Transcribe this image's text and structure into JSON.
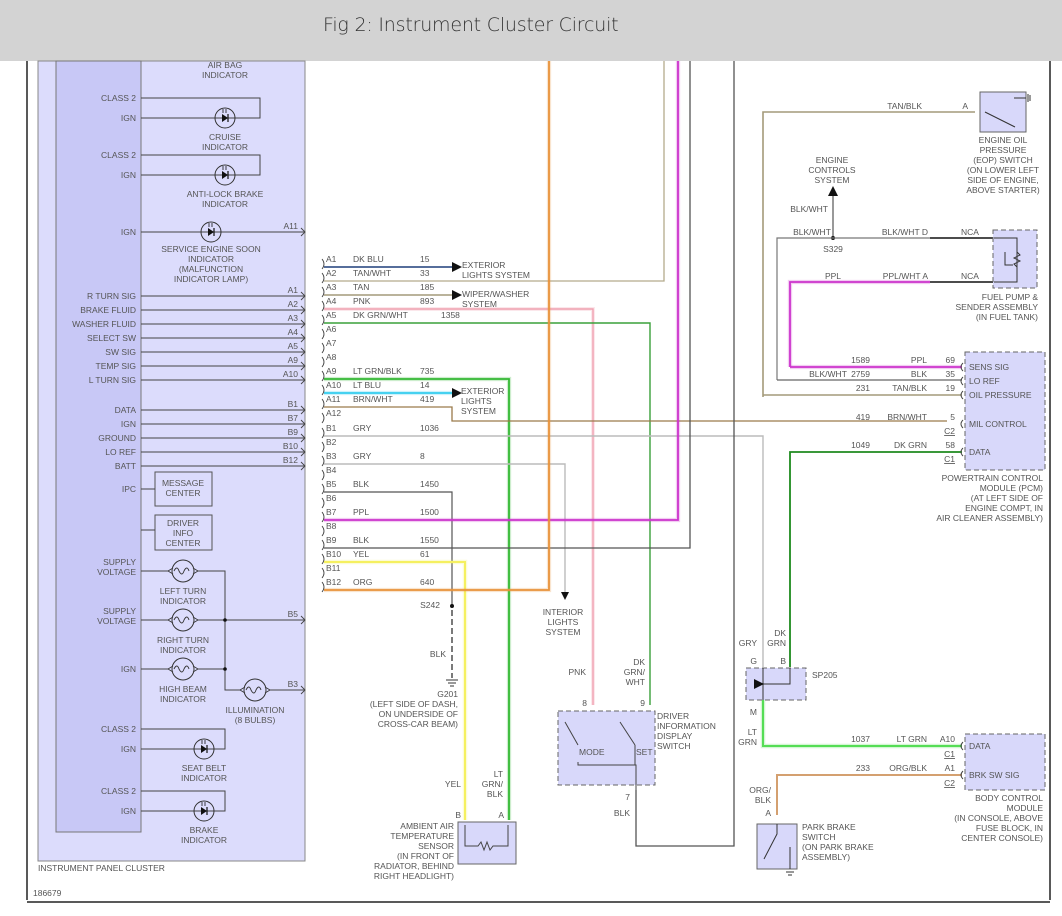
{
  "window": {
    "title": "Fig 2: Instrument Cluster Circuit"
  },
  "figure_id": "186679",
  "colors": {
    "dk_blu": "#1f3f7a",
    "tan": "#a49a7a",
    "tan_wht": "#b3aa8c",
    "pnk": "#f0a0b0",
    "dk_grn_wht": "#3aa03a",
    "lt_grn_blk": "#33b833",
    "lt_blu": "#33ccee",
    "brn_wht": "#9a7a4a",
    "gry": "#bbbbbb",
    "blk": "#555555",
    "ppl": "#cc33cc",
    "yel": "#f5f060",
    "org": "#e8923a",
    "dk_grn": "#1e8a1e",
    "lt_grn": "#55dd55",
    "org_blk": "#d4a070",
    "component_fill": "#d8d8fa"
  },
  "ipc": {
    "label": "INSTRUMENT PANEL CLUSTER",
    "indicators": [
      {
        "name": "AIR BAG",
        "sub": "INDICATOR"
      },
      {
        "name": "CRUISE",
        "sub": "INDICATOR",
        "pins": [
          "CLASS 2",
          "IGN"
        ]
      },
      {
        "name": "ANTI-LOCK BRAKE",
        "sub": "INDICATOR",
        "pins": [
          "CLASS 2",
          "IGN"
        ]
      },
      {
        "name": "SERVICE ENGINE SOON",
        "sub": "INDICATOR",
        "sub2": "(MALFUNCTION",
        "sub3": "INDICATOR LAMP)",
        "pin": "IGN",
        "out": "A11"
      },
      {
        "name": "LEFT TURN",
        "sub": "INDICATOR",
        "pin": [
          "SUPPLY",
          "VOLTAGE"
        ]
      },
      {
        "name": "RIGHT TURN",
        "sub": "INDICATOR",
        "pin": [
          "SUPPLY",
          "VOLTAGE"
        ],
        "out": "B5"
      },
      {
        "name": "HIGH BEAM",
        "sub": "INDICATOR",
        "pin": "IGN"
      },
      {
        "name": "ILLUMINATION",
        "sub": "(8 BULBS)",
        "out": "B3"
      },
      {
        "name": "SEAT BELT",
        "sub": "INDICATOR",
        "pins": [
          "CLASS 2",
          "IGN"
        ]
      },
      {
        "name": "BRAKE",
        "sub": "INDICATOR",
        "pins": [
          "CLASS 2",
          "IGN"
        ]
      }
    ],
    "signals": [
      {
        "label": "R TURN SIG",
        "pin": "A1"
      },
      {
        "label": "BRAKE FLUID",
        "pin": "A2"
      },
      {
        "label": "WASHER FLUID",
        "pin": "A3"
      },
      {
        "label": "SELECT SW",
        "pin": "A4"
      },
      {
        "label": "SW SIG",
        "pin": "A5"
      },
      {
        "label": "TEMP SIG",
        "pin": "A9"
      },
      {
        "label": "L TURN SIG",
        "pin": "A10"
      },
      {
        "label": "DATA",
        "pin": "B1"
      },
      {
        "label": "IGN",
        "pin": "B7"
      },
      {
        "label": "GROUND",
        "pin": "B9"
      },
      {
        "label": "LO REF",
        "pin": "B10"
      },
      {
        "label": "BATT",
        "pin": "B12"
      }
    ],
    "ipc_label": "IPC",
    "message_center": [
      "MESSAGE",
      "CENTER"
    ],
    "driver_info_center": [
      "DRIVER",
      "INFO",
      "CENTER"
    ]
  },
  "connector": {
    "pins": [
      {
        "pin": "A1",
        "color": "DK BLU",
        "circuit": "15"
      },
      {
        "pin": "A2",
        "color": "TAN/WHT",
        "circuit": "33"
      },
      {
        "pin": "A3",
        "color": "TAN",
        "circuit": "185"
      },
      {
        "pin": "A4",
        "color": "PNK",
        "circuit": "893"
      },
      {
        "pin": "A5",
        "color": "DK GRN/WHT",
        "circuit": "1358"
      },
      {
        "pin": "A6",
        "color": "",
        "circuit": ""
      },
      {
        "pin": "A7",
        "color": "",
        "circuit": ""
      },
      {
        "pin": "A8",
        "color": "",
        "circuit": ""
      },
      {
        "pin": "A9",
        "color": "LT GRN/BLK",
        "circuit": "735"
      },
      {
        "pin": "A10",
        "color": "LT BLU",
        "circuit": "14"
      },
      {
        "pin": "A11",
        "color": "BRN/WHT",
        "circuit": "419"
      },
      {
        "pin": "A12",
        "color": "",
        "circuit": ""
      },
      {
        "pin": "B1",
        "color": "GRY",
        "circuit": "1036"
      },
      {
        "pin": "B2",
        "color": "",
        "circuit": ""
      },
      {
        "pin": "B3",
        "color": "GRY",
        "circuit": "8"
      },
      {
        "pin": "B4",
        "color": "",
        "circuit": ""
      },
      {
        "pin": "B5",
        "color": "BLK",
        "circuit": "1450"
      },
      {
        "pin": "B6",
        "color": "",
        "circuit": ""
      },
      {
        "pin": "B7",
        "color": "PPL",
        "circuit": "1500"
      },
      {
        "pin": "B8",
        "color": "",
        "circuit": ""
      },
      {
        "pin": "B9",
        "color": "BLK",
        "circuit": "1550"
      },
      {
        "pin": "B10",
        "color": "YEL",
        "circuit": "61"
      },
      {
        "pin": "B11",
        "color": "",
        "circuit": ""
      },
      {
        "pin": "B12",
        "color": "ORG",
        "circuit": "640"
      }
    ]
  },
  "destinations": {
    "ext_lights_1": [
      "EXTERIOR",
      "LIGHTS SYSTEM"
    ],
    "wiper": [
      "WIPER/WASHER",
      "SYSTEM"
    ],
    "ext_lights_2": [
      "EXTERIOR",
      "LIGHTS",
      "SYSTEM"
    ],
    "interior_lights": [
      "INTERIOR",
      "LIGHTS",
      "SYSTEM"
    ],
    "engine_controls": [
      "ENGINE",
      "CONTROLS",
      "SYSTEM"
    ]
  },
  "splices": {
    "s242": "S242",
    "s329": "S329",
    "sp205": "SP205"
  },
  "ground": {
    "label": "G201",
    "desc": [
      "(LEFT SIDE OF DASH,",
      "ON UNDERSIDE OF",
      "CROSS-CAR BEAM)"
    ],
    "wire": "BLK"
  },
  "eop_switch": {
    "wire": "TAN/BLK",
    "pin": "A",
    "desc": [
      "ENGINE OIL",
      "PRESSURE",
      "(EOP) SWITCH",
      "(ON LOWER LEFT",
      "SIDE OF ENGINE,",
      "ABOVE STARTER)"
    ]
  },
  "fuel_pump": {
    "wires": [
      {
        "left": "BLK/WHT",
        "mid": "BLK/WHT D",
        "right": "NCA"
      },
      {
        "left": "PPL",
        "mid": "PPL/WHT A",
        "right": "NCA"
      }
    ],
    "s329_up": "BLK/WHT",
    "desc": [
      "FUEL PUMP &",
      "SENDER ASSEMBLY",
      "(IN FUEL TANK)"
    ]
  },
  "pcm": {
    "rows": [
      {
        "circuit": "1589",
        "color": "PPL",
        "pin": "69",
        "label": "SENS SIG"
      },
      {
        "circuit": "2759",
        "color": "BLK",
        "pin": "35",
        "label": "LO REF",
        "left": "BLK/WHT"
      },
      {
        "circuit": "231",
        "color": "TAN/BLK",
        "pin": "19",
        "label": "OIL PRESSURE"
      },
      {
        "circuit": "419",
        "color": "BRN/WHT",
        "pin": "5",
        "label": "MIL CONTROL",
        "conn": "C2"
      },
      {
        "circuit": "1049",
        "color": "DK GRN",
        "pin": "58",
        "label": "DATA",
        "conn": "C1"
      }
    ],
    "desc": [
      "POWERTRAIN CONTROL",
      "MODULE (PCM)",
      "(AT LEFT SIDE OF",
      "ENGINE COMPT, IN",
      "AIR CLEANER ASSEMBLY)"
    ]
  },
  "sp205": {
    "pin_g": "G",
    "pin_b": "B",
    "pin_m": "M",
    "gry": "GRY",
    "dk_grn": [
      "DK",
      "GRN"
    ],
    "lt_grn": [
      "LT",
      "GRN"
    ]
  },
  "bcm": {
    "rows": [
      {
        "circuit": "1037",
        "color": "LT GRN",
        "pin": "A10",
        "label": "DATA",
        "conn": "C1"
      },
      {
        "circuit": "233",
        "color": "ORG/BLK",
        "pin": "A1",
        "label": "BRK SW SIG",
        "conn": "C2"
      }
    ],
    "desc": [
      "BODY CONTROL",
      "MODULE",
      "(IN CONSOLE, ABOVE",
      "FUSE BLOCK, IN",
      "CENTER CONSOLE)"
    ]
  },
  "park_brake": {
    "wire": [
      "ORG/",
      "BLK"
    ],
    "pin": "A",
    "desc": [
      "PARK BRAKE",
      "SWITCH",
      "(ON PARK BRAKE",
      "ASSEMBLY)"
    ]
  },
  "dids": {
    "pnk": "PNK",
    "dkgrn": [
      "DK",
      "GRN/",
      "WHT"
    ],
    "pin8": "8",
    "pin9": "9",
    "pin7": "7",
    "blk": "BLK",
    "mode": "MODE",
    "set": "SET",
    "desc": [
      "DRIVER",
      "INFORMATION",
      "DISPLAY",
      "SWITCH"
    ]
  },
  "ambient": {
    "yel": "YEL",
    "ltgrn": [
      "LT",
      "GRN/",
      "BLK"
    ],
    "pin_b": "B",
    "pin_a": "A",
    "desc": [
      "AMBIENT AIR",
      "TEMPERATURE",
      "SENSOR",
      "(IN FRONT OF",
      "RADIATOR, BEHIND",
      "RIGHT HEADLIGHT)"
    ]
  }
}
